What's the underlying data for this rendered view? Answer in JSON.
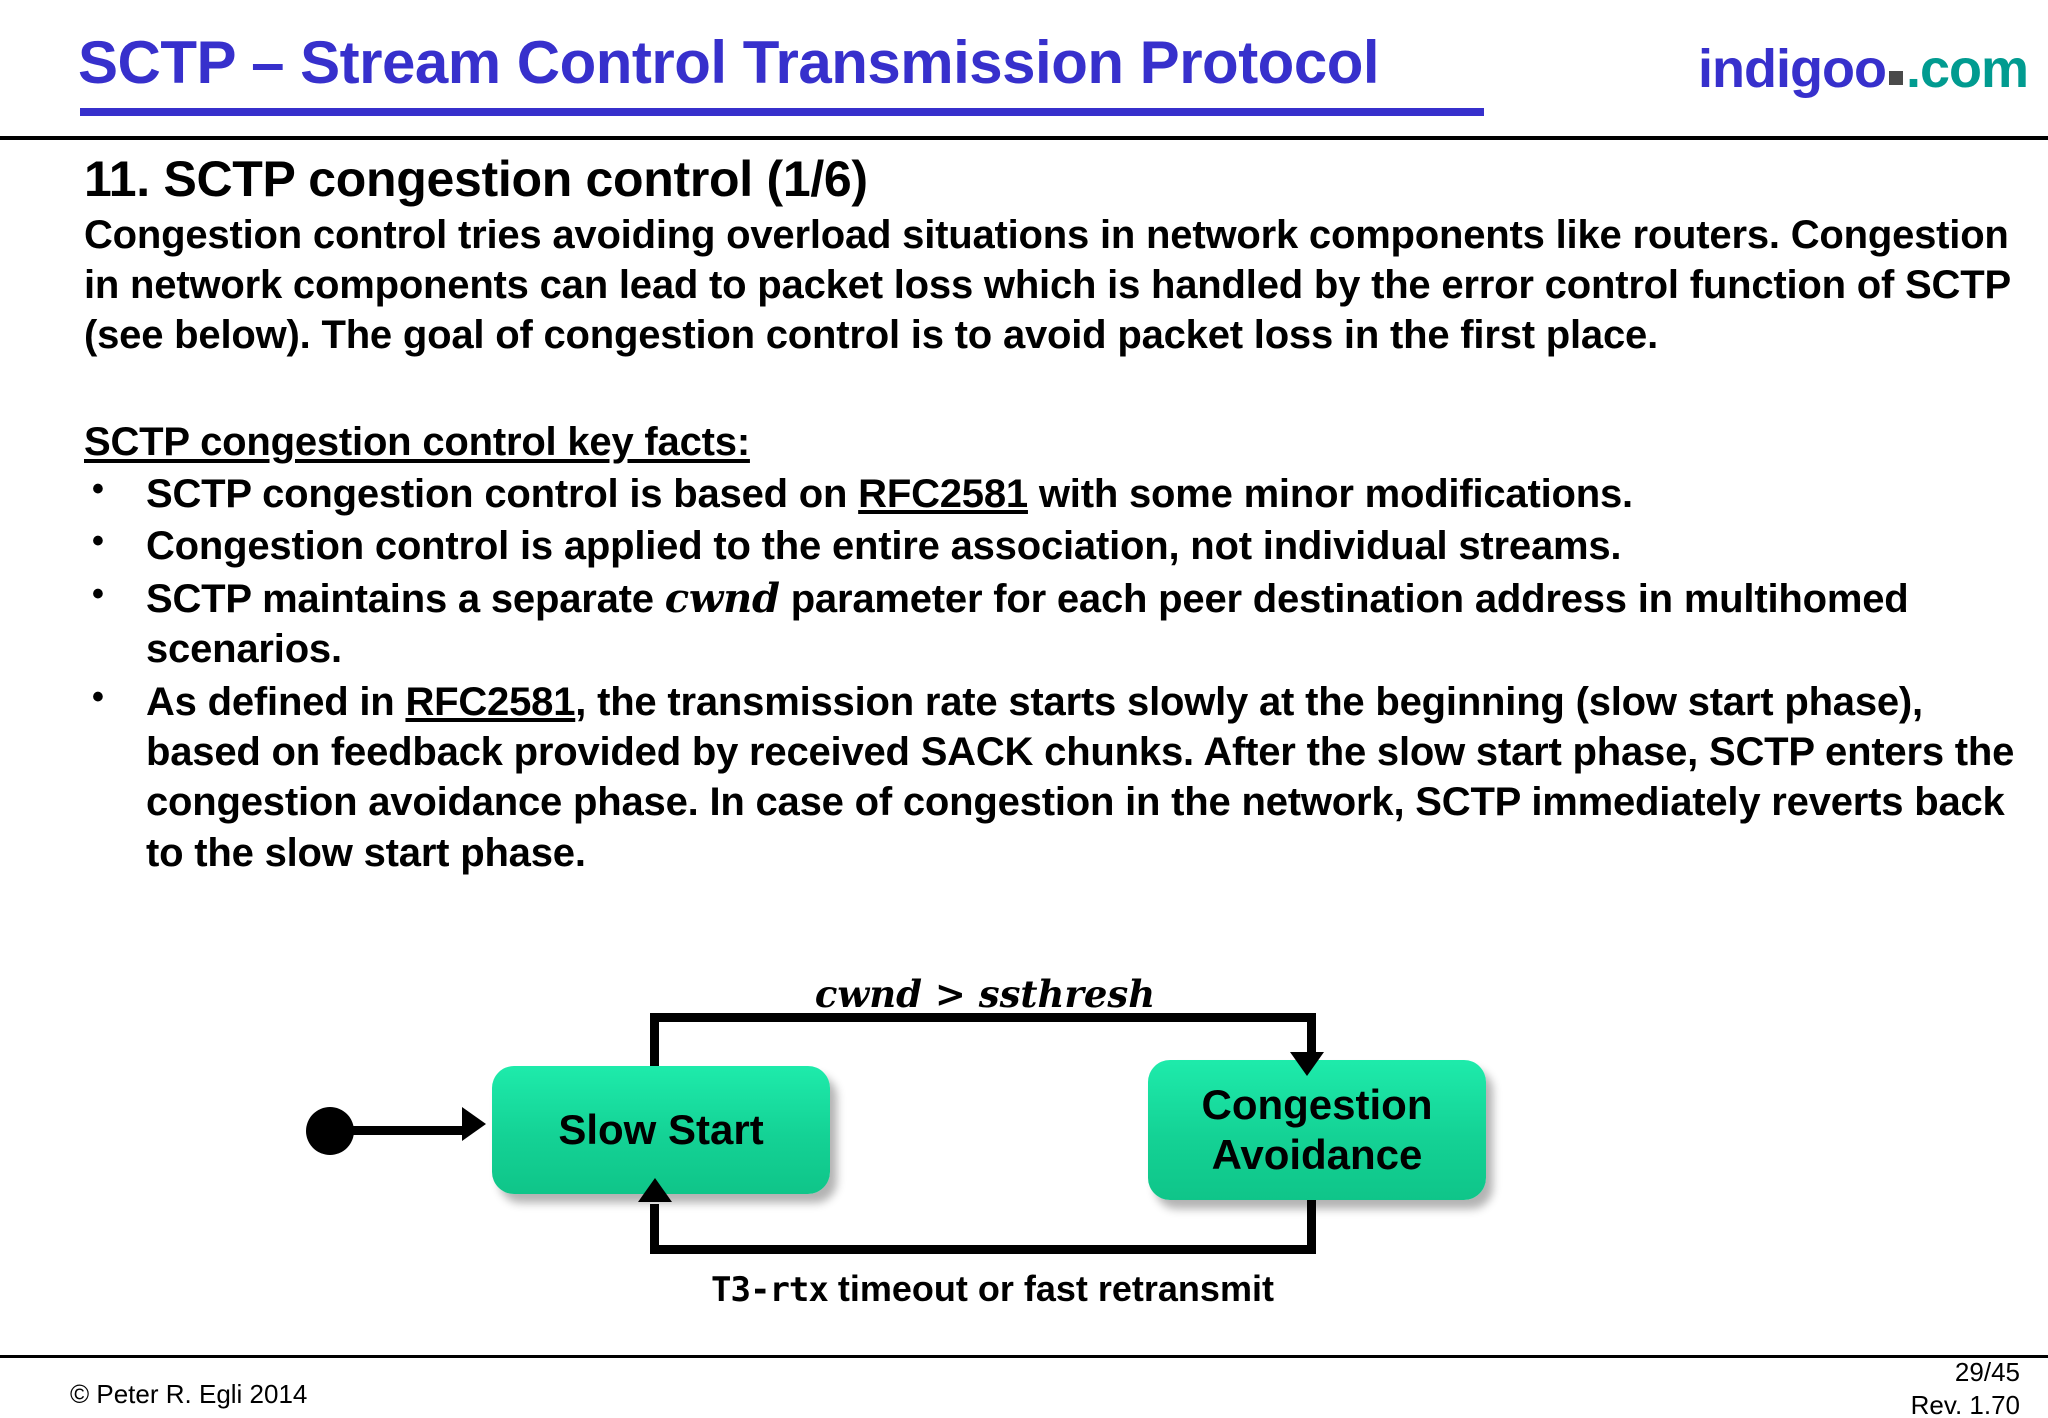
{
  "header": {
    "deck_title": "SCTP – Stream Control Transmission Protocol",
    "brand_name": "indigoo",
    "brand_tld": ".com",
    "brand_color": "#3730CC",
    "brand_tld_color": "#019B90",
    "title_color": "#3730CC"
  },
  "slide": {
    "title": "11. SCTP congestion control (1/6)",
    "intro_paragraph": "Congestion control tries avoiding overload situations in network components like routers. Congestion in network components can lead to packet loss which is handled by the error control function of SCTP (see below). The goal of congestion control is to avoid packet loss in the first place.",
    "keyfacts_heading": "SCTP congestion control key facts:",
    "bullets": [
      {
        "parts": [
          {
            "text": "SCTP congestion control is based on ",
            "style": "normal"
          },
          {
            "text": "RFC2581",
            "style": "underline"
          },
          {
            "text": " with some minor modifications.",
            "style": "normal"
          }
        ]
      },
      {
        "parts": [
          {
            "text": "Congestion control is applied to the entire association, not individual streams.",
            "style": "normal"
          }
        ]
      },
      {
        "parts": [
          {
            "text": "SCTP maintains a separate ",
            "style": "normal"
          },
          {
            "text": "cwnd",
            "style": "italic-serif"
          },
          {
            "text": " parameter for each peer destination address in multihomed scenarios.",
            "style": "normal"
          }
        ]
      },
      {
        "parts": [
          {
            "text": "As defined in ",
            "style": "normal"
          },
          {
            "text": "RFC2581",
            "style": "underline"
          },
          {
            "text": ", the transmission rate starts slowly at the beginning (slow start phase), based on feedback provided by received SACK chunks. After the slow start phase, SCTP enters the congestion avoidance phase. In case of congestion in the network, SCTP immediately reverts back to the slow start phase.",
            "style": "normal"
          }
        ]
      }
    ]
  },
  "diagram": {
    "type": "state-machine",
    "box_fill_top": "#1EEBAB",
    "box_fill_bottom": "#0FC589",
    "states": [
      {
        "id": "slow-start",
        "label": "Slow Start"
      },
      {
        "id": "congestion-avoidance",
        "label": "Congestion\nAvoidance"
      }
    ],
    "congestion_avoidance_line1": "Congestion",
    "congestion_avoidance_line2": "Avoidance",
    "slow_start_label": "Slow Start",
    "transition_top_label": "cwnd > ssthresh",
    "transition_bottom_code": "T3-rtx",
    "transition_bottom_text": " timeout or fast retransmit",
    "initial_state_marker": "filled-circle"
  },
  "footer": {
    "copyright": "© Peter R. Egli 2014",
    "page_number": "29/45",
    "revision": "Rev. 1.70"
  }
}
